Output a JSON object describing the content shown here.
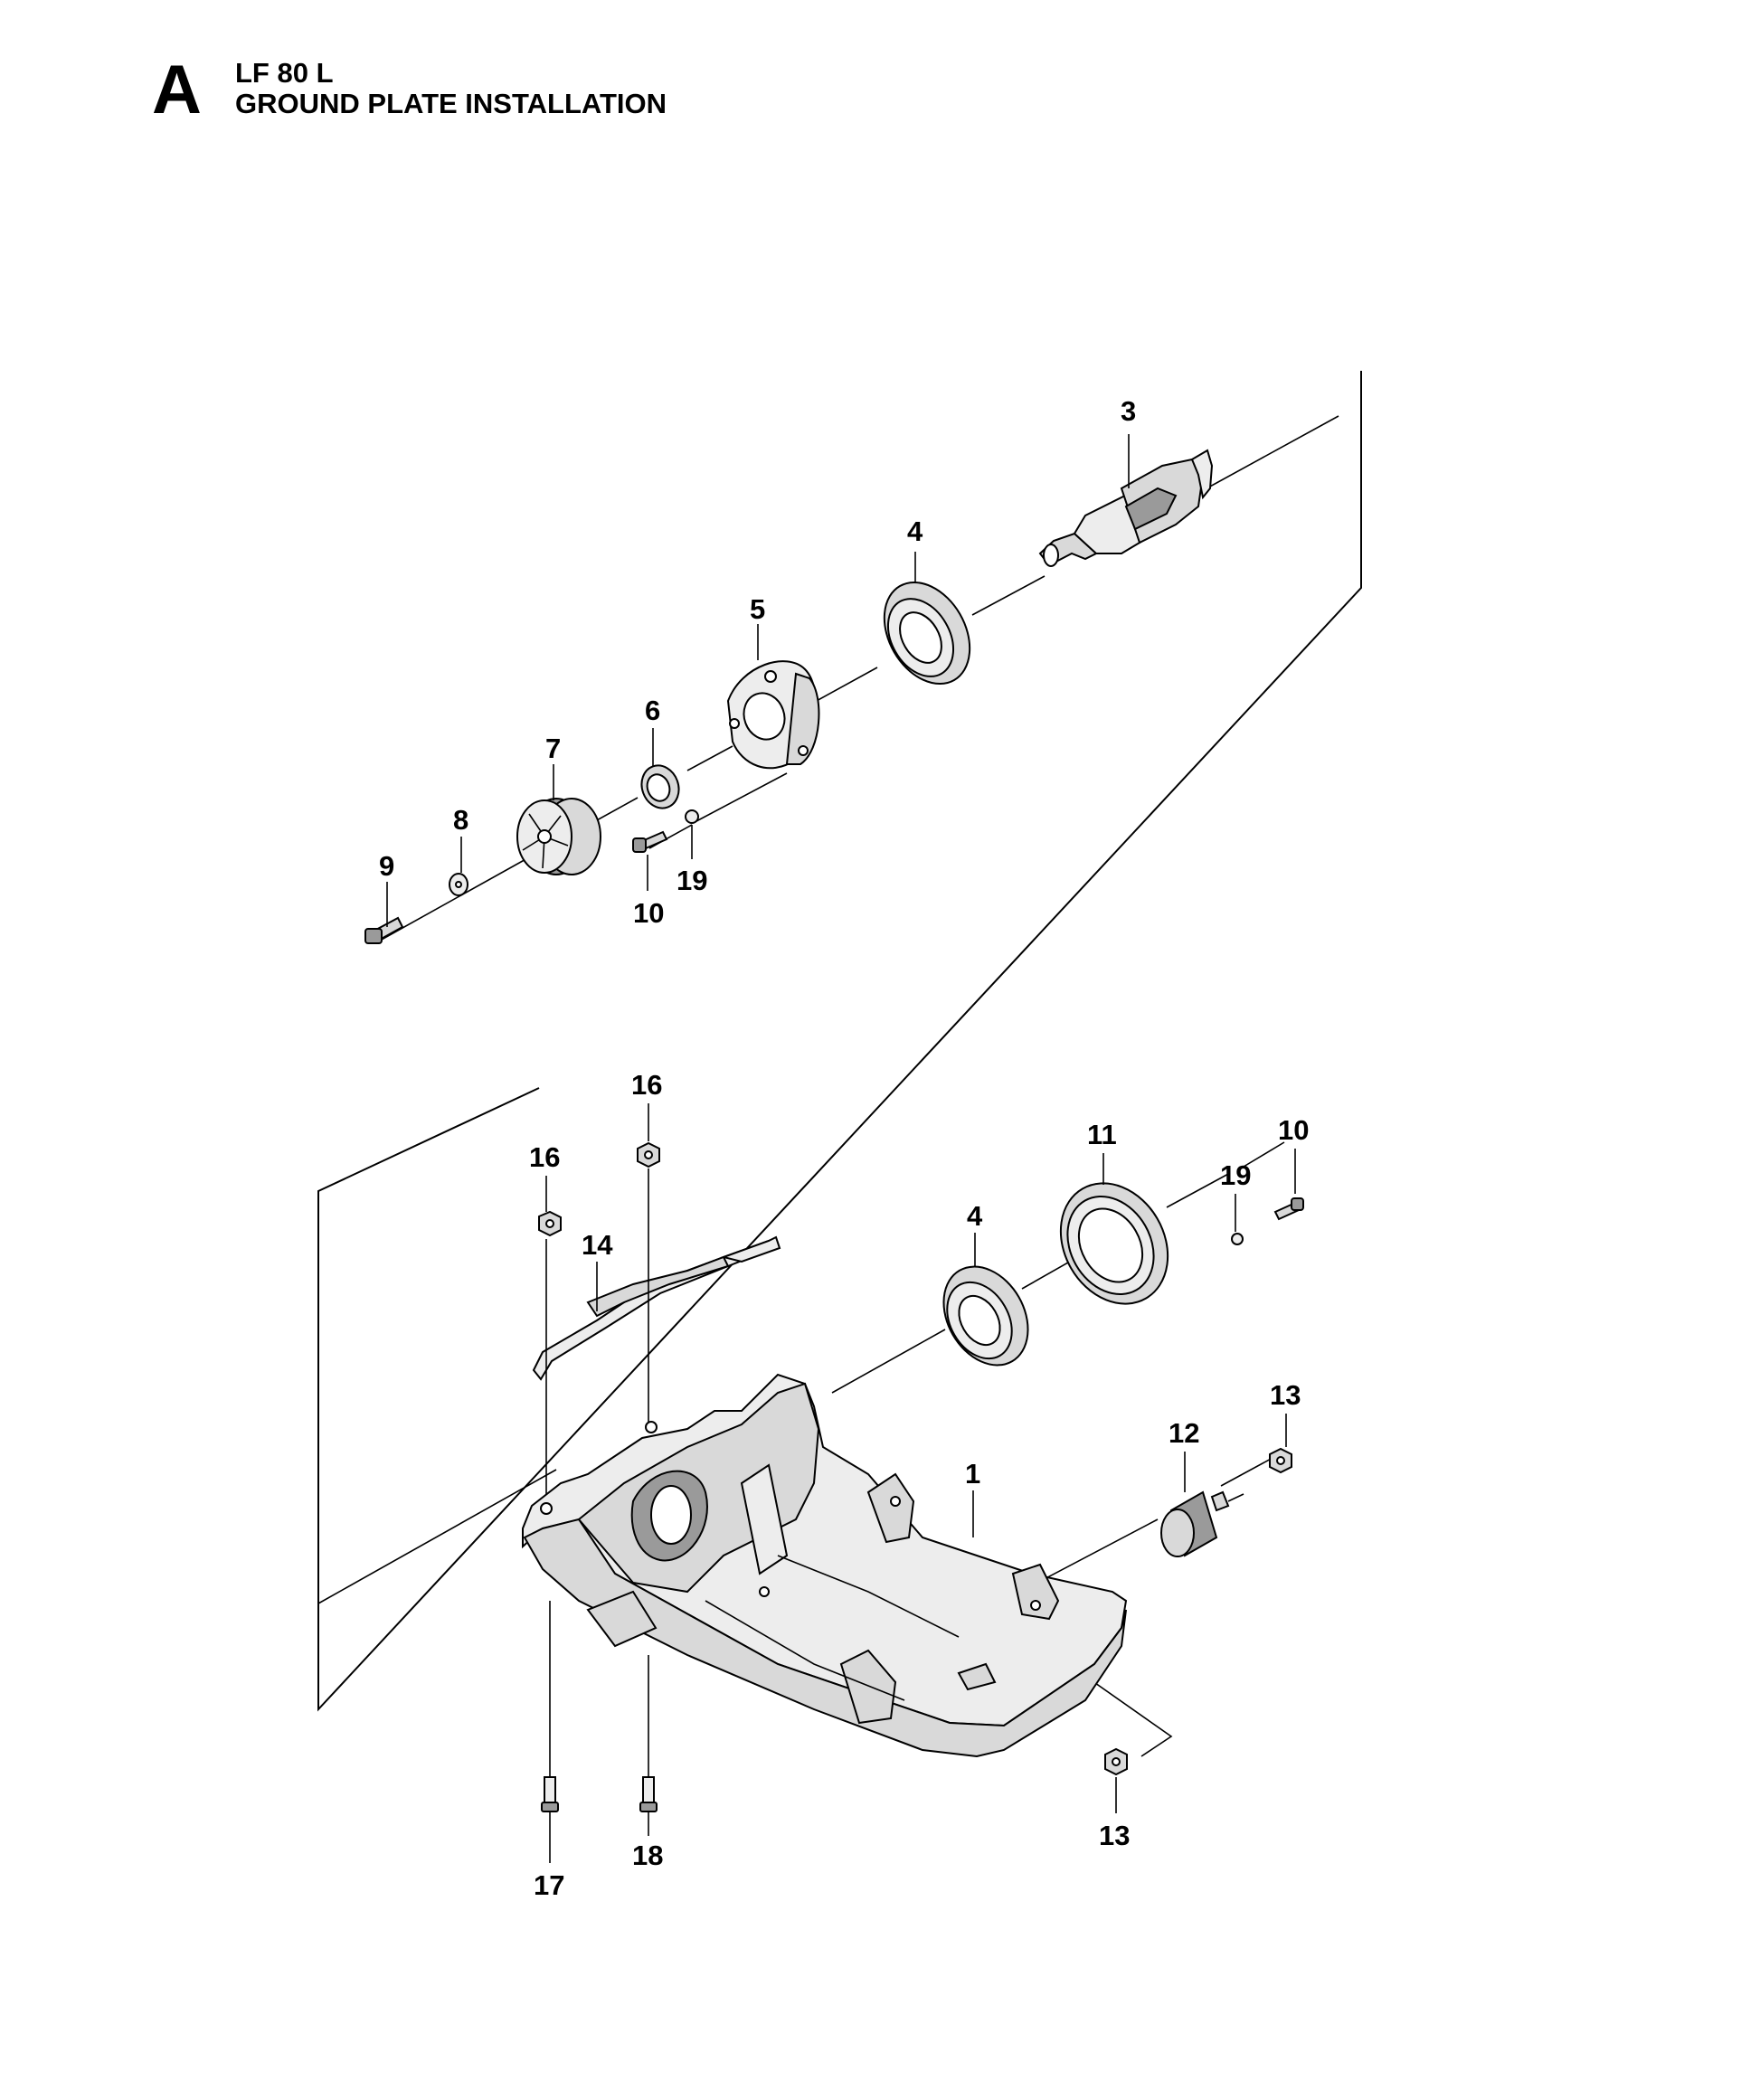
{
  "header": {
    "section_letter": "A",
    "model": "LF 80 L",
    "title": "GROUND PLATE INSTALLATION"
  },
  "callouts": {
    "c1": "1",
    "c3": "3",
    "c4a": "4",
    "c4b": "4",
    "c5": "5",
    "c6": "6",
    "c7": "7",
    "c8": "8",
    "c9": "9",
    "c10a": "10",
    "c10b": "10",
    "c11": "11",
    "c12": "12",
    "c13a": "13",
    "c13b": "13",
    "c14": "14",
    "c16a": "16",
    "c16b": "16",
    "c17": "17",
    "c18": "18",
    "c19a": "19",
    "c19b": "19"
  }
}
